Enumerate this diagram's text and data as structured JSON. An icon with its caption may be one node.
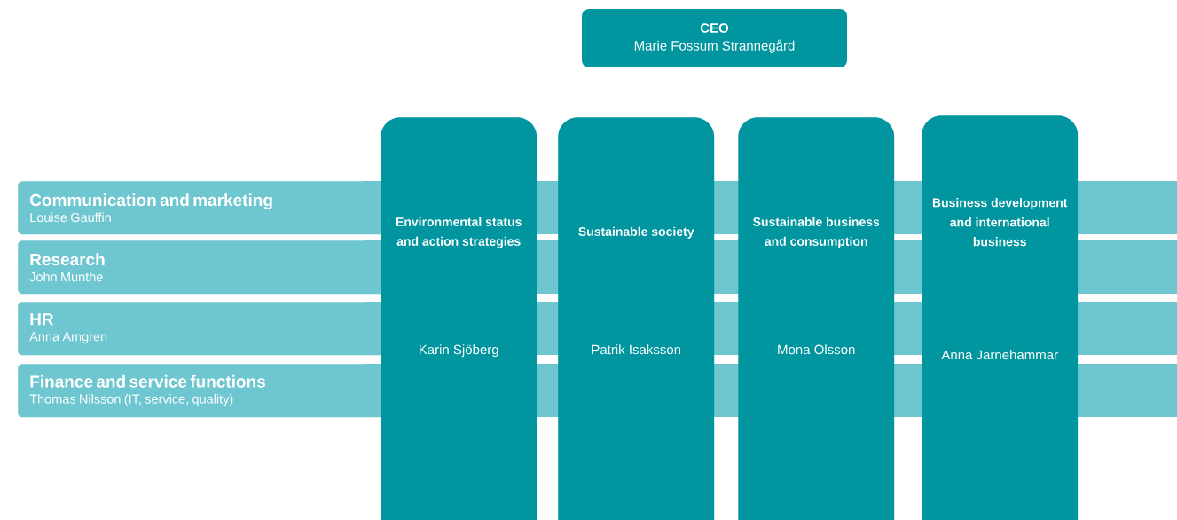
{
  "diagram": {
    "nodes": [
      {
        "text": [
          "CEO",
          "Marie Fossum Strannegård"
        ]
      },
      {
        "text": [
          "Communication and marketing",
          "Louise Gauffin"
        ]
      },
      {
        "text": [
          "Research",
          "John Munthe"
        ]
      },
      {
        "text": [
          "HR",
          "Anna Amgren"
        ]
      },
      {
        "text": [
          "Finance and service functions",
          "Thomas Nilsson (IT, service, quality)"
        ]
      },
      {
        "text": [
          "Environmental status and action strategies",
          "Karin Sjöberg"
        ]
      },
      {
        "text": [
          "Sustainable society",
          "Patrik Isaksson"
        ]
      },
      {
        "text": [
          "Sustainable business and consumption",
          "Mona Olsson"
        ]
      },
      {
        "text": [
          "Business development and international business",
          "Anna Jarnehammar"
        ]
      }
    ]
  }
}
